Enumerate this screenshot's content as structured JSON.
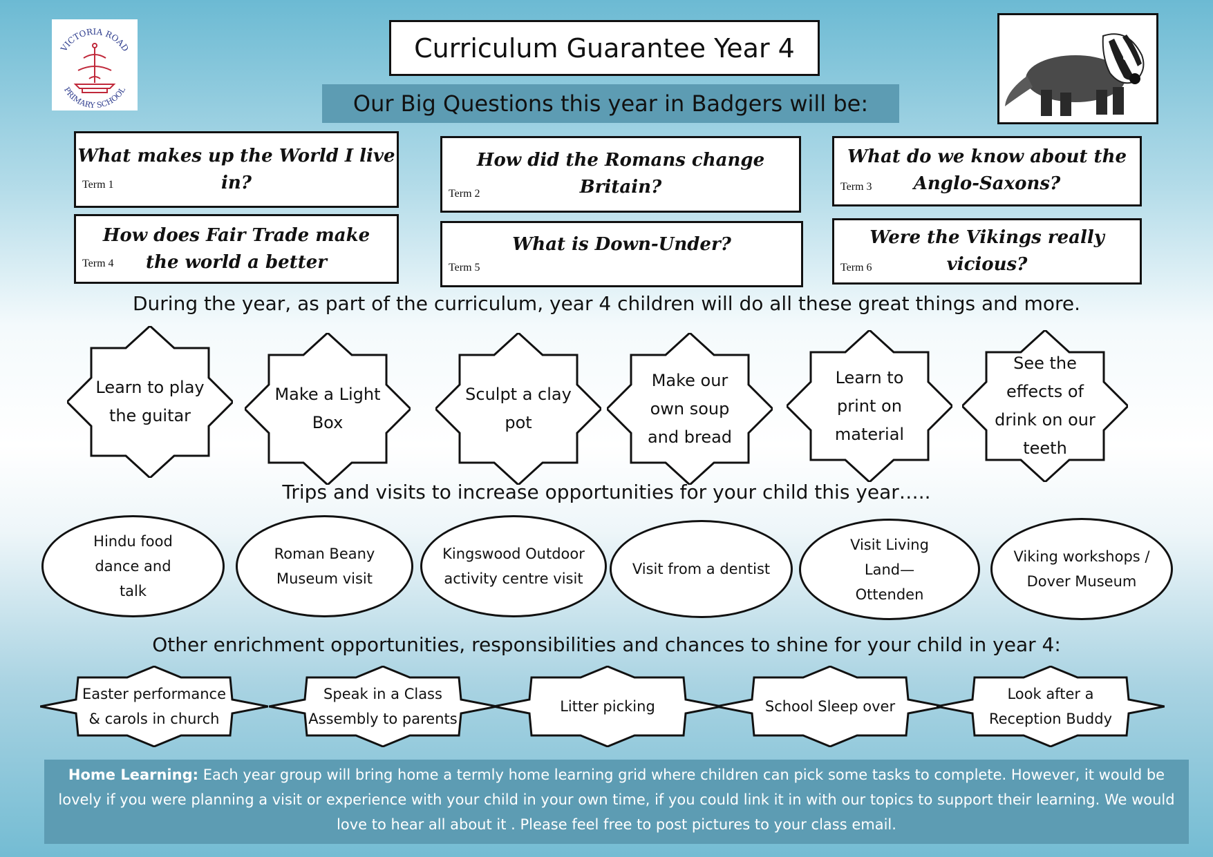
{
  "header": {
    "logo_text": [
      "VICTORIA ROAD",
      "PRIMARY SCHOOL"
    ],
    "title": "Curriculum Guarantee Year 4",
    "subtitle": "Our Big Questions this year in Badgers will be:"
  },
  "questions": [
    {
      "term": "Term 1",
      "line1": "What makes up the World I live",
      "line2": "in?"
    },
    {
      "term": "Term 2",
      "line1": "How did the Romans change Britain?",
      "line2": ""
    },
    {
      "term": "Term 3",
      "line1": "What do we know about the",
      "line2": "Anglo-Saxons?"
    },
    {
      "term": "Term 4",
      "line1": "How does Fair Trade make",
      "line2": "the world a better"
    },
    {
      "term": "Term 5",
      "line1": "What is Down-Under?",
      "line2": ""
    },
    {
      "term": "Term 6",
      "line1": "Were the Vikings really",
      "line2": "vicious?"
    }
  ],
  "activities_intro": "During the year, as part of the curriculum, year 4 children will do all these great things and more.",
  "activities": [
    "Learn to play the guitar",
    "Make a Light Box",
    "Sculpt a clay pot",
    "Make our own soup and bread",
    "Learn to print on material",
    "See the effects of drink on our teeth"
  ],
  "trips_intro": "Trips and visits to increase opportunities for your child this year…..",
  "trips": [
    "Hindu food dance and talk",
    "Roman Beany Museum visit",
    "Kingswood Outdoor activity centre visit",
    "Visit from a dentist",
    "Visit Living Land—Ottenden",
    "Viking workshops / Dover Museum"
  ],
  "enrichment_intro": "Other enrichment opportunities, responsibilities and chances to shine for your child in year 4:",
  "enrichment": [
    "Easter performance & carols in church",
    "Speak in a Class Assembly to parents",
    "Litter picking",
    "School Sleep over",
    "Look after a Reception Buddy"
  ],
  "home_learning": {
    "label": "Home Learning:",
    "text": " Each year group will bring home a termly home learning grid where children can pick some tasks to complete. However, it would be lovely if you were planning a visit or experience with your child in your own time, if you could link it in with our topics to support their learning. We would love to hear all about it . Please feel free to post pictures to your class email."
  }
}
